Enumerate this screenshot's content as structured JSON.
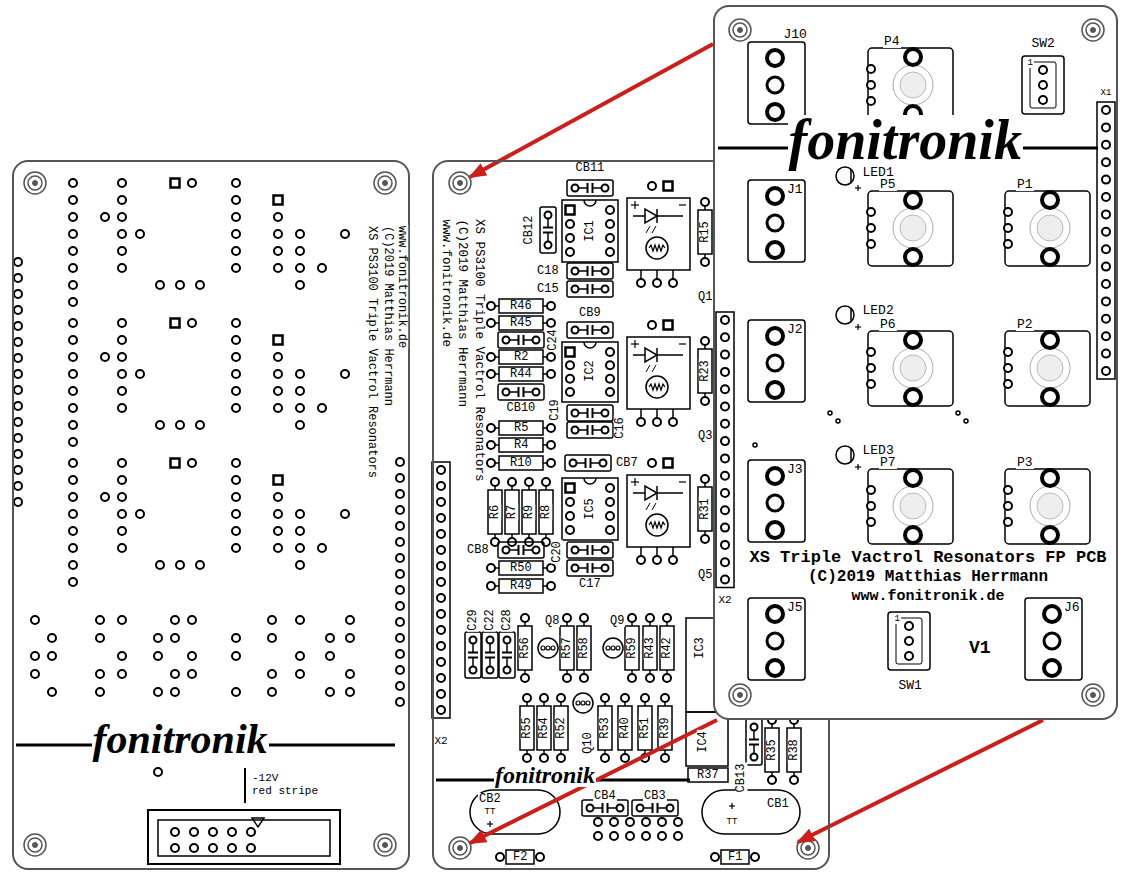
{
  "diagram": {
    "nodes": [
      {
        "text": [
          "XS PS3100 Triple Vactrol Resonators",
          "(C)2019 Matthias Herrmann",
          "www.fonitronik.de"
        ]
      },
      {
        "text": [
          "XS PS3100 Triple Vactrol Resonators",
          "(C)2019 Matthias Herrmann",
          "www.fonitronik.de"
        ]
      },
      {
        "text": [
          "XS Triple Vactrol Resonators FP PCB",
          "(C)2019 Matthias Herrmann",
          "www.fonitronik.de"
        ]
      }
    ],
    "edges": [
      {
        "from": 2,
        "to": 1,
        "arrow": "to"
      },
      {
        "from": 2,
        "to": 1,
        "arrow": "to"
      },
      {
        "from": 2,
        "to": 1,
        "arrow": "to"
      }
    ],
    "labels": [
      "fonitronik",
      "-12V",
      "red stripe",
      "CB11",
      "CB12",
      "IC1",
      "R15",
      "Q1",
      "C18",
      "C15",
      "R46",
      "R45",
      "CB9",
      "C24",
      "R2",
      "R44",
      "CB10",
      "IC2",
      "C19",
      "C16",
      "R23",
      "Q3",
      "R5",
      "R4",
      "R10",
      "CB7",
      "R6",
      "R7",
      "R9",
      "R8",
      "IC5",
      "R31",
      "CB8",
      "R50",
      "R49",
      "C20",
      "C17",
      "Q5",
      "X2",
      "X2",
      "C29",
      "C22",
      "C28",
      "Q8",
      "Q9",
      "R56",
      "R57",
      "R58",
      "R59",
      "R43",
      "R42",
      "IC3",
      "R55",
      "R54",
      "R52",
      "Q10",
      "R53",
      "R40",
      "R51",
      "R39",
      "IC4",
      "CB13",
      "R35",
      "R38",
      "R37",
      "fonitronik",
      "CB2",
      "TT",
      "CB4",
      "CB3",
      "CB1",
      "TT",
      "F2",
      "F1",
      "J10",
      "P4",
      "SW2",
      "1",
      "X1",
      "fonitronik",
      "LED1",
      "J1",
      "P5",
      "P1",
      "LED2",
      "J2",
      "P6",
      "P2",
      "LED3",
      "J3",
      "P7",
      "P3",
      "J5",
      "SW1",
      "1",
      "V1",
      "J6"
    ]
  }
}
